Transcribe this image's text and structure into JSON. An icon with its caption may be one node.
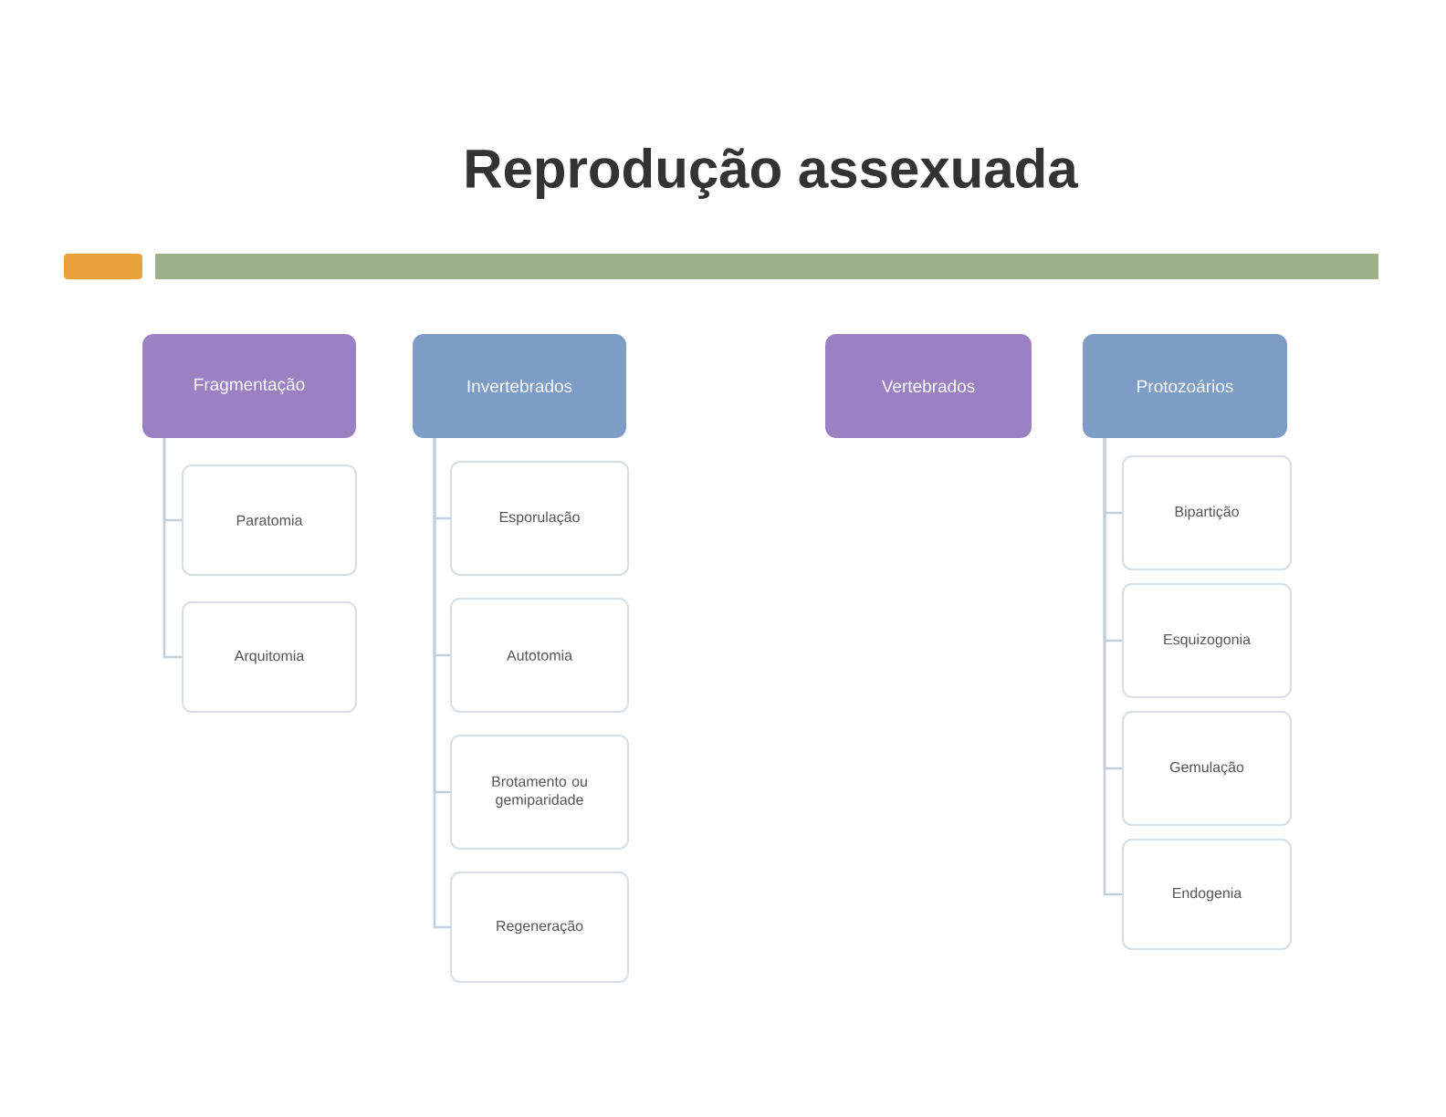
{
  "diagram": {
    "title": "Reprodução assexuada",
    "nodes": [
      {
        "text": [
          "Fragmentação"
        ]
      },
      {
        "text": [
          "Paratomia"
        ]
      },
      {
        "text": [
          "Arquitomia"
        ]
      },
      {
        "text": [
          "Invertebrados"
        ]
      },
      {
        "text": [
          "Esporulação"
        ]
      },
      {
        "text": [
          "Autotomia"
        ]
      },
      {
        "text": [
          "Brotamento ou gemiparidade"
        ]
      },
      {
        "text": [
          "Regeneração"
        ]
      },
      {
        "text": [
          "Vertebrados"
        ]
      },
      {
        "text": [
          "Protozoários"
        ]
      },
      {
        "text": [
          "Bipartição"
        ]
      },
      {
        "text": [
          "Esquizogonia"
        ]
      },
      {
        "text": [
          "Gemulação"
        ]
      },
      {
        "text": [
          "Endogenia"
        ]
      }
    ],
    "edges": [
      {
        "from": 0,
        "to": 1,
        "arrow": "none"
      },
      {
        "from": 0,
        "to": 2,
        "arrow": "none"
      },
      {
        "from": 3,
        "to": 4,
        "arrow": "none"
      },
      {
        "from": 3,
        "to": 5,
        "arrow": "none"
      },
      {
        "from": 3,
        "to": 6,
        "arrow": "none"
      },
      {
        "from": 3,
        "to": 7,
        "arrow": "none"
      },
      {
        "from": 9,
        "to": 10,
        "arrow": "none"
      },
      {
        "from": 9,
        "to": 11,
        "arrow": "none"
      },
      {
        "from": 9,
        "to": 12,
        "arrow": "none"
      },
      {
        "from": 9,
        "to": 13,
        "arrow": "none"
      }
    ]
  }
}
